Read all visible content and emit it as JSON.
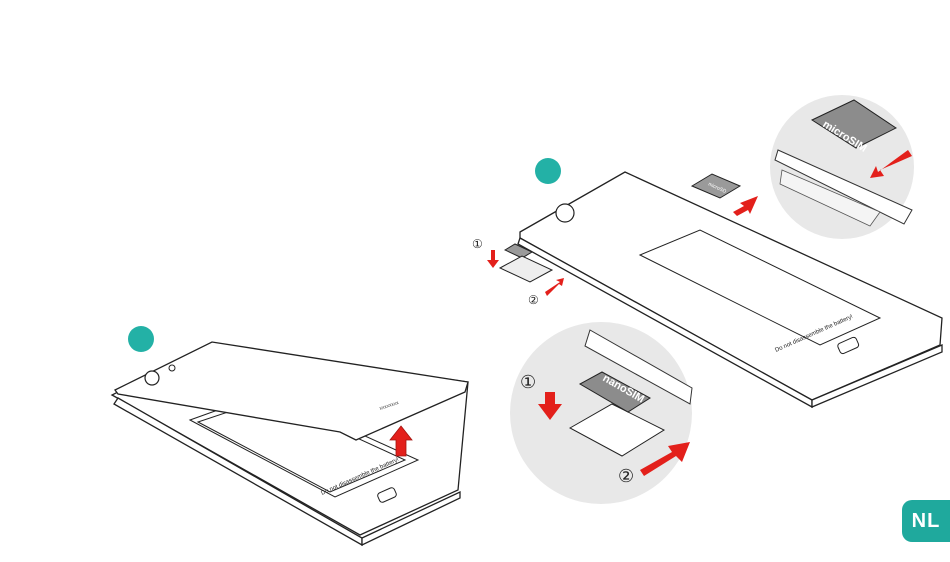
{
  "page": {
    "language_badge": "NL",
    "accent_color": "#1fa99d",
    "arrow_color": "#e3201b"
  },
  "figure_left": {
    "battery_warning": "Do not disassemble the battery!",
    "brand_mark": "xxxxxxxx"
  },
  "figure_right": {
    "battery_warning": "Do not disassemble the battery!",
    "step_one": "①",
    "step_two": "②",
    "micro_sim_label": "microSIM",
    "nano_sim_label": "nanoSIM",
    "small_card_label": "microSD"
  }
}
